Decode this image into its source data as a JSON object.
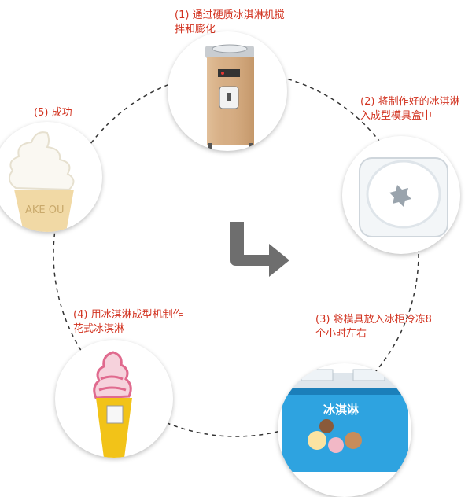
{
  "steps": [
    {
      "number": "(1)",
      "text_line1": "通过硬质冰淇淋机搅",
      "text_line2": "拌和膨化",
      "image": "hard-ice-cream-machine"
    },
    {
      "number": "(2)",
      "text_line1": "将制作好的冰淇淋",
      "text_line2": "入成型模具盒中",
      "image": "mold-box"
    },
    {
      "number": "(3)",
      "text_line1": "将模具放入冰柜冷冻8",
      "text_line2": "个小时左右",
      "image": "freezer-cabinet"
    },
    {
      "number": "(4)",
      "text_line1": "用冰淇淋成型机制作",
      "text_line2": "花式冰淇淋",
      "image": "pink-ice-cream-cone"
    },
    {
      "number": "(5)",
      "text_line1": "成功",
      "text_line2": "",
      "image": "white-ice-cream-cone"
    }
  ],
  "cone_text": "AKE OU",
  "freezer_sign": "冰淇淋",
  "colors": {
    "label": "#d2321f",
    "arrow": "#6e6e6e",
    "dash": "#333333"
  },
  "center_icon": "turn-right-arrow-icon"
}
